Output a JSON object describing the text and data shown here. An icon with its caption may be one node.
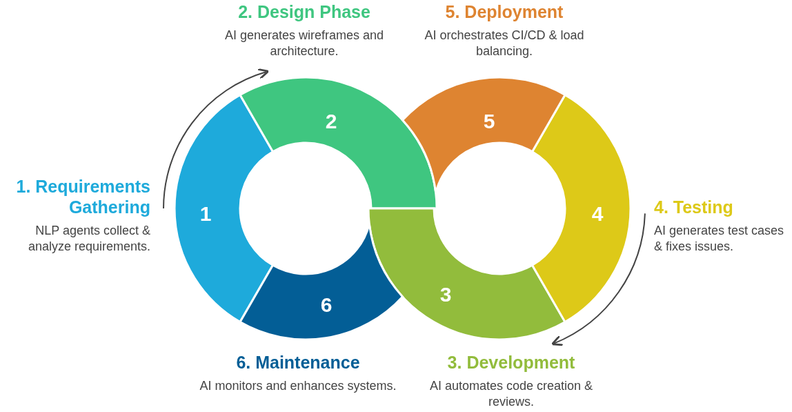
{
  "diagram": {
    "nodes": [
      {
        "text": [
          "1"
        ],
        "beside": [
          "1. Requirements Gathering",
          "NLP agents collect & analyze requirements."
        ]
      },
      {
        "text": [
          "2"
        ],
        "beside": [
          "2. Design Phase",
          "AI generates wireframes and architecture."
        ]
      },
      {
        "text": [
          "3"
        ],
        "beside": [
          "3. Development",
          "AI automates code creation & reviews."
        ]
      },
      {
        "text": [
          "4"
        ],
        "beside": [
          "4. Testing",
          "AI generates test cases & fixes issues."
        ]
      },
      {
        "text": [
          "5"
        ],
        "beside": [
          "5. Deployment",
          "AI orchestrates CI/CD & load balancing."
        ]
      },
      {
        "text": [
          "6"
        ],
        "beside": [
          "6. Maintenance",
          "AI monitors and enhances systems."
        ]
      }
    ],
    "edges": [
      {
        "from": 0,
        "to": 1,
        "arrow": "to"
      },
      {
        "from": 3,
        "to": 2,
        "arrow": "to"
      }
    ]
  }
}
